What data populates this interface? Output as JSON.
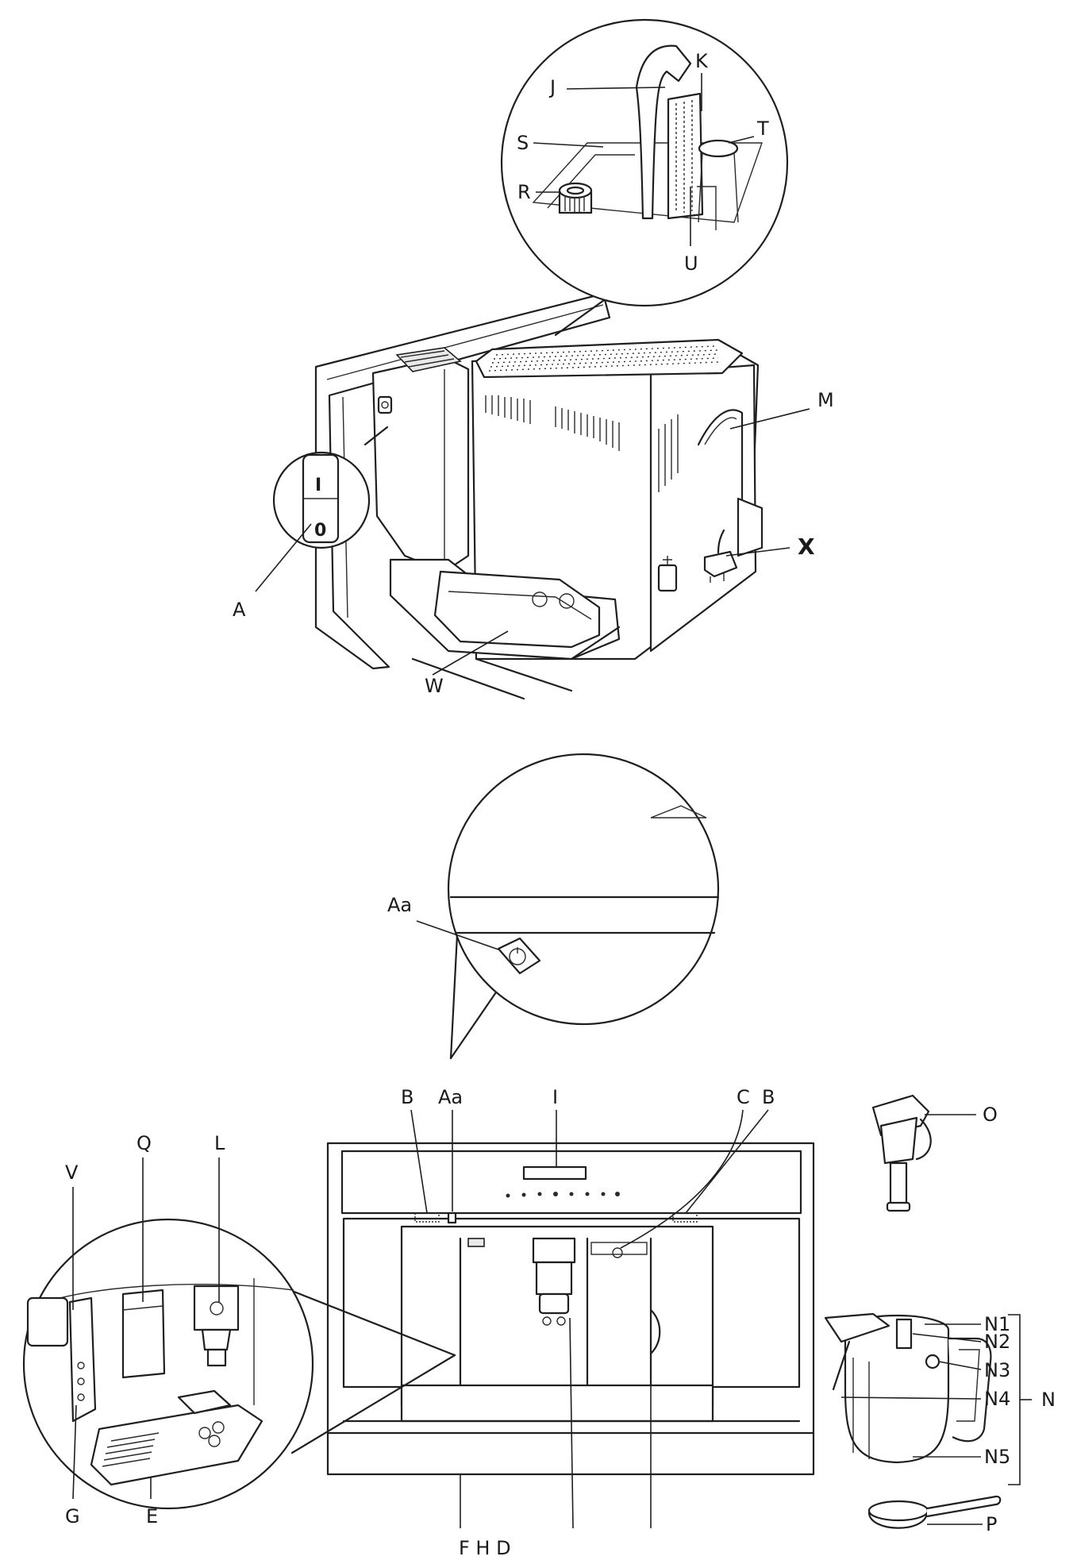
{
  "colors": {
    "line": "#1f1f1f",
    "background": "#ffffff",
    "shade": "#e9e9e9"
  },
  "switch": {
    "on": "I",
    "off": "0"
  },
  "labels": {
    "J": "J",
    "K": "K",
    "S": "S",
    "T": "T",
    "R": "R",
    "U": "U",
    "M": "M",
    "A": "A",
    "X": "X",
    "W": "W",
    "Aa_detail": "Aa",
    "B_left": "B",
    "Aa_front": "Aa",
    "I": "I",
    "C": "C",
    "B_right": "B",
    "O": "O",
    "V": "V",
    "Q": "Q",
    "L": "L",
    "N1": "N1",
    "N2": "N2",
    "N3": "N3",
    "N4": "N4",
    "N5": "N5",
    "N": "N",
    "G": "G",
    "E": "E",
    "P": "P",
    "FHD": "F H D"
  }
}
